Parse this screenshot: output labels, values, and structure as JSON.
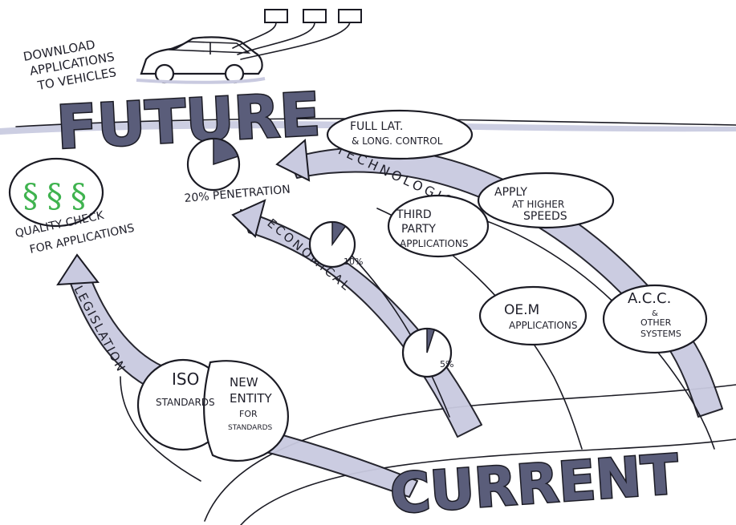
{
  "top_note": [
    "DOWNLOAD",
    "APPLICATIONS",
    "TO VEHICLES"
  ],
  "future_label": "FUTURE",
  "current_label": "CURRENT",
  "penetration": {
    "label": "20% PENETRATION",
    "fraction": 0.2
  },
  "quality": {
    "lines": [
      "QUALITY CHECK",
      "FOR APPLICATIONS"
    ],
    "check_color": "#3fb34f"
  },
  "arrows": {
    "legislation": "LEGISLATION",
    "economical": "ECONOMICAL",
    "technological": "TECHNOLOGICAL"
  },
  "pies": [
    {
      "id": "pie-10",
      "label": "10%",
      "fraction": 0.1
    },
    {
      "id": "pie-5",
      "label": "5%",
      "fraction": 0.05
    }
  ],
  "bubbles": {
    "full_lat": [
      "FULL LAT.",
      "& LONG. CONTROL"
    ],
    "apply_higher": [
      "APPLY",
      "AT HIGHER",
      "SPEEDS"
    ],
    "third_party": [
      "THIRD",
      "PARTY",
      "APPLICATIONS"
    ],
    "oem": [
      "OE.M",
      "APPLICATIONS"
    ],
    "acc": [
      "A.C.C.",
      "&",
      "OTHER",
      "SYSTEMS"
    ],
    "iso": [
      "ISO",
      "STANDARDS"
    ],
    "new_entity": [
      "NEW",
      "ENTITY",
      "FOR",
      "STANDARDS"
    ]
  },
  "colors": {
    "band": "#c9cae0",
    "title_fill": "#5a5d7a",
    "check": "#3fb34f"
  }
}
